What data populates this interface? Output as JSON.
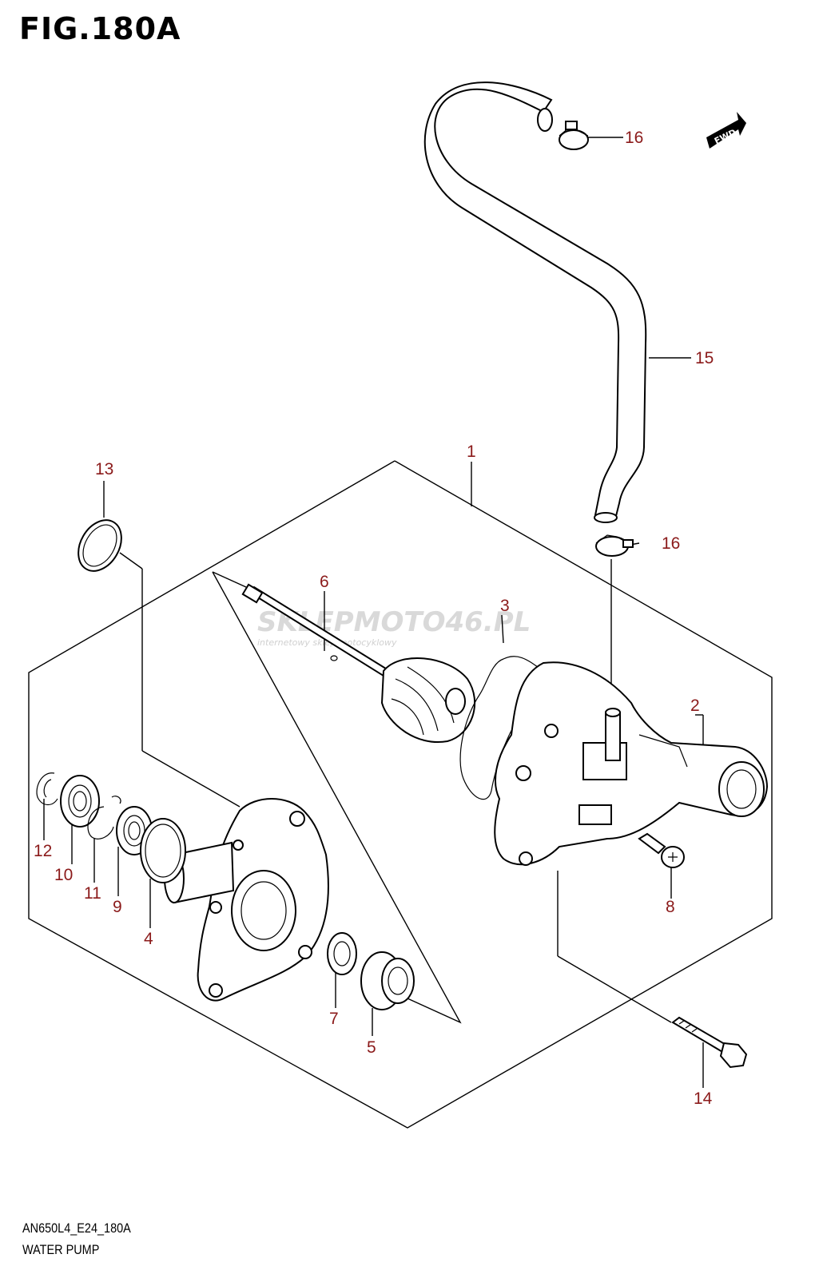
{
  "figure": {
    "title": "FIG.180A",
    "model_code": "AN650L4_E24_180A",
    "name": "WATER PUMP"
  },
  "fwd_label": "FWD",
  "watermark": {
    "brand": "SKLEPMOTO46.PL",
    "tagline": "internetowy sklep motocyklowy"
  },
  "callouts": {
    "c1": "1",
    "c2": "2",
    "c3": "3",
    "c4": "4",
    "c5": "5",
    "c6": "6",
    "c7": "7",
    "c8": "8",
    "c9": "9",
    "c10": "10",
    "c11": "11",
    "c12": "12",
    "c13": "13",
    "c14": "14",
    "c15": "15",
    "c16a": "16",
    "c16b": "16"
  },
  "colors": {
    "callout": "#8b1a1a",
    "line": "#000000",
    "watermark": "#d9d9d9"
  }
}
